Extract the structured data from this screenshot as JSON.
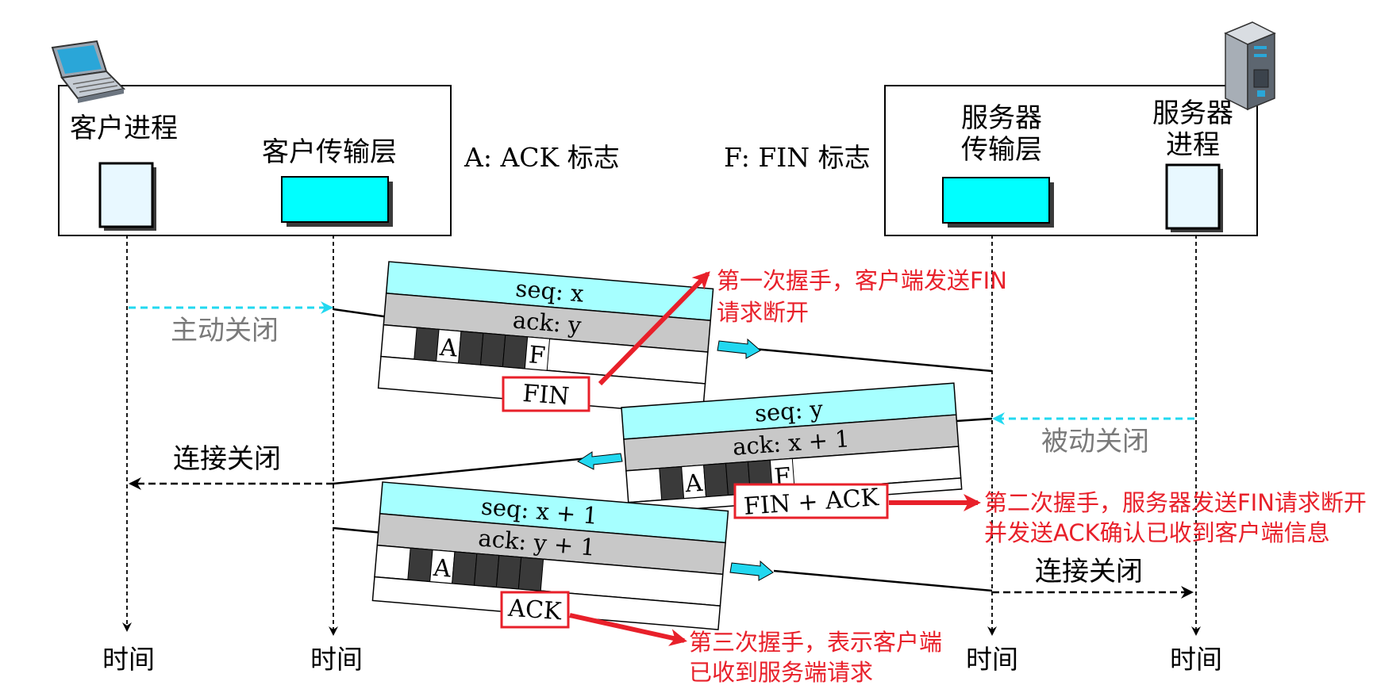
{
  "client": {
    "process_label": "客户进程",
    "transport_label": "客户传输层",
    "icon": "laptop-icon"
  },
  "server": {
    "transport_label_line1": "服务器",
    "transport_label_line2": "传输层",
    "process_label_line1": "服务器",
    "process_label_line2": "进程",
    "icon": "server-tower-icon"
  },
  "legend": {
    "ack_flag": "A: ACK 标志",
    "fin_flag": "F: FIN 标志"
  },
  "events": {
    "active_close": "主动关闭",
    "passive_close": "被动关闭",
    "client_connection_closed": "连接关闭",
    "server_connection_closed": "连接关闭"
  },
  "time_axes": [
    "时间",
    "时间",
    "时间",
    "时间"
  ],
  "segments": {
    "seg1": {
      "seq": "seq: x",
      "ack": "ack: y",
      "flag_a": "A",
      "flag_f": "F",
      "tag": "FIN"
    },
    "seg2": {
      "seq": "seq: y",
      "ack": "ack: x + 1",
      "flag_a": "A",
      "flag_f": "F",
      "tag": "FIN + ACK"
    },
    "seg3": {
      "seq": "seq: x + 1",
      "ack": "ack: y + 1",
      "flag_a": "A",
      "tag": "ACK"
    }
  },
  "annotations": {
    "first_line1": "第一次握手，客户端发送FIN",
    "first_line2": "请求断开",
    "second_line1": "第二次握手，服务器发送FIN请求断开",
    "second_line2": "并发送ACK确认已收到客户端信息",
    "third_line1": "第三次握手，表示客户端",
    "third_line2": "已收到服务端请求"
  },
  "colors": {
    "cyan": "#00ffff",
    "light_cyan": "#a6ffff",
    "panel_blue": "#e8f8ff",
    "gray": "#c8c8c8",
    "dark_cell": "#3a3a3a",
    "red": "#e8202a",
    "dashed_cyan": "#22d8f0",
    "muted_text": "#7a7a7a"
  }
}
